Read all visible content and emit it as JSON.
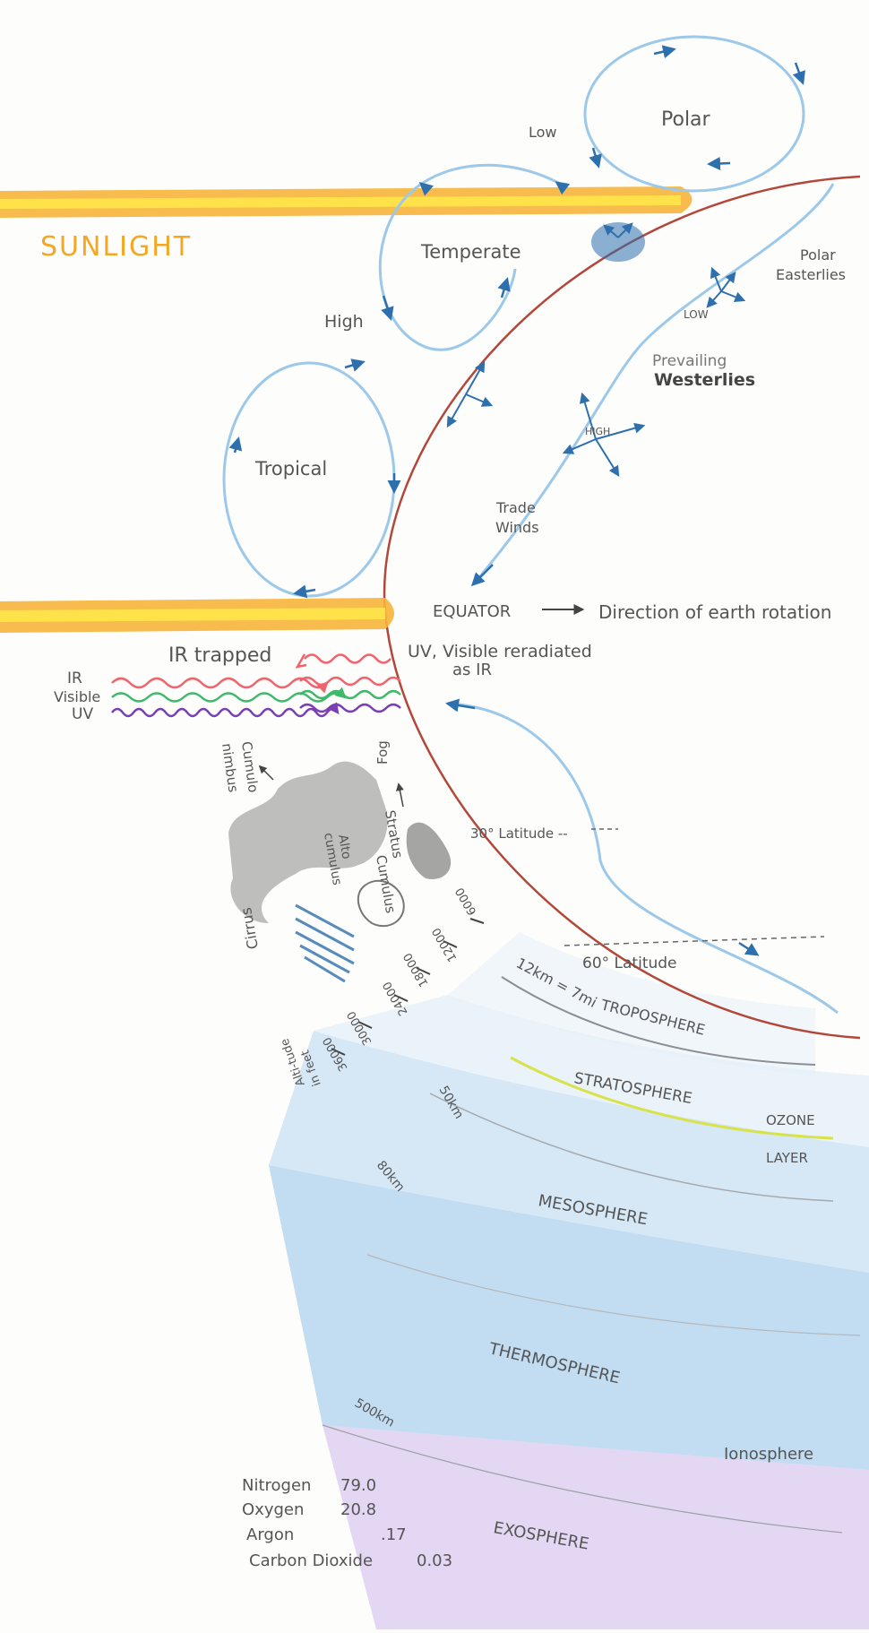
{
  "labels": {
    "polar": "Polar",
    "low_top": "Low",
    "sunlight": "SUNLIGHT",
    "temperate": "Temperate",
    "polar_easterlies_1": "Polar",
    "polar_easterlies_2": "Easterlies",
    "low_small": "LOW",
    "high_left": "High",
    "prevailing": "Prevailing",
    "westerlies": "Westerlies",
    "high_small": "HIGH",
    "tropical": "Tropical",
    "trade_1": "Trade",
    "trade_2": "Winds",
    "equator": "EQUATOR",
    "rotation": "Direction of earth rotation",
    "ir_trapped": "IR trapped",
    "reradiated_1": "UV, Visible reradiated",
    "reradiated_2": "as IR",
    "ir": "IR",
    "visible": "Visible",
    "uv": "UV",
    "lat30": "30° Latitude --",
    "lat60": "60° Latitude",
    "troposphere": "TROPOSPHERE",
    "km12": "12km = 7mi",
    "stratosphere": "STRATOSPHERE",
    "ozone_1": "OZONE",
    "ozone_2": "LAYER",
    "km50": "50km",
    "km80": "80km",
    "mesosphere": "MESOSPHERE",
    "thermosphere": "THERMOSPHERE",
    "km500": "500km",
    "ionosphere": "Ionosphere",
    "exosphere": "EXOSPHERE"
  },
  "clouds": {
    "cumulo_nimbus_1": "Cumulo",
    "cumulo_nimbus_2": "nimbus",
    "fog": "Fog",
    "stratus": "Stratus",
    "cumulus": "Cumulus",
    "alto_1": "Alto",
    "alto_2": "cumulus",
    "cirrus": "Cirrus"
  },
  "altitudes": {
    "values": [
      "6000",
      "12000",
      "18000",
      "24000",
      "30000",
      "36000"
    ],
    "label_1": "Alti-tude",
    "label_2": "in feet"
  },
  "composition": [
    {
      "gas": "Nitrogen",
      "value": "79.0"
    },
    {
      "gas": "Oxygen",
      "value": "20.8"
    },
    {
      "gas": "Argon",
      "value": ".17"
    },
    {
      "gas": "Carbon Dioxide",
      "value": "0.03"
    }
  ],
  "colors": {
    "sunlight": "#f5a623",
    "sunlight_core": "#ffe24a",
    "circulation": "#9cc8ea",
    "arrow": "#2e6fae",
    "earth": "#b2473a",
    "ir": "#f0646e",
    "visible": "#3fb86b",
    "uv": "#7a3fb5",
    "ozone": "#d8e24a",
    "exosphere": "#c9b3e6"
  }
}
